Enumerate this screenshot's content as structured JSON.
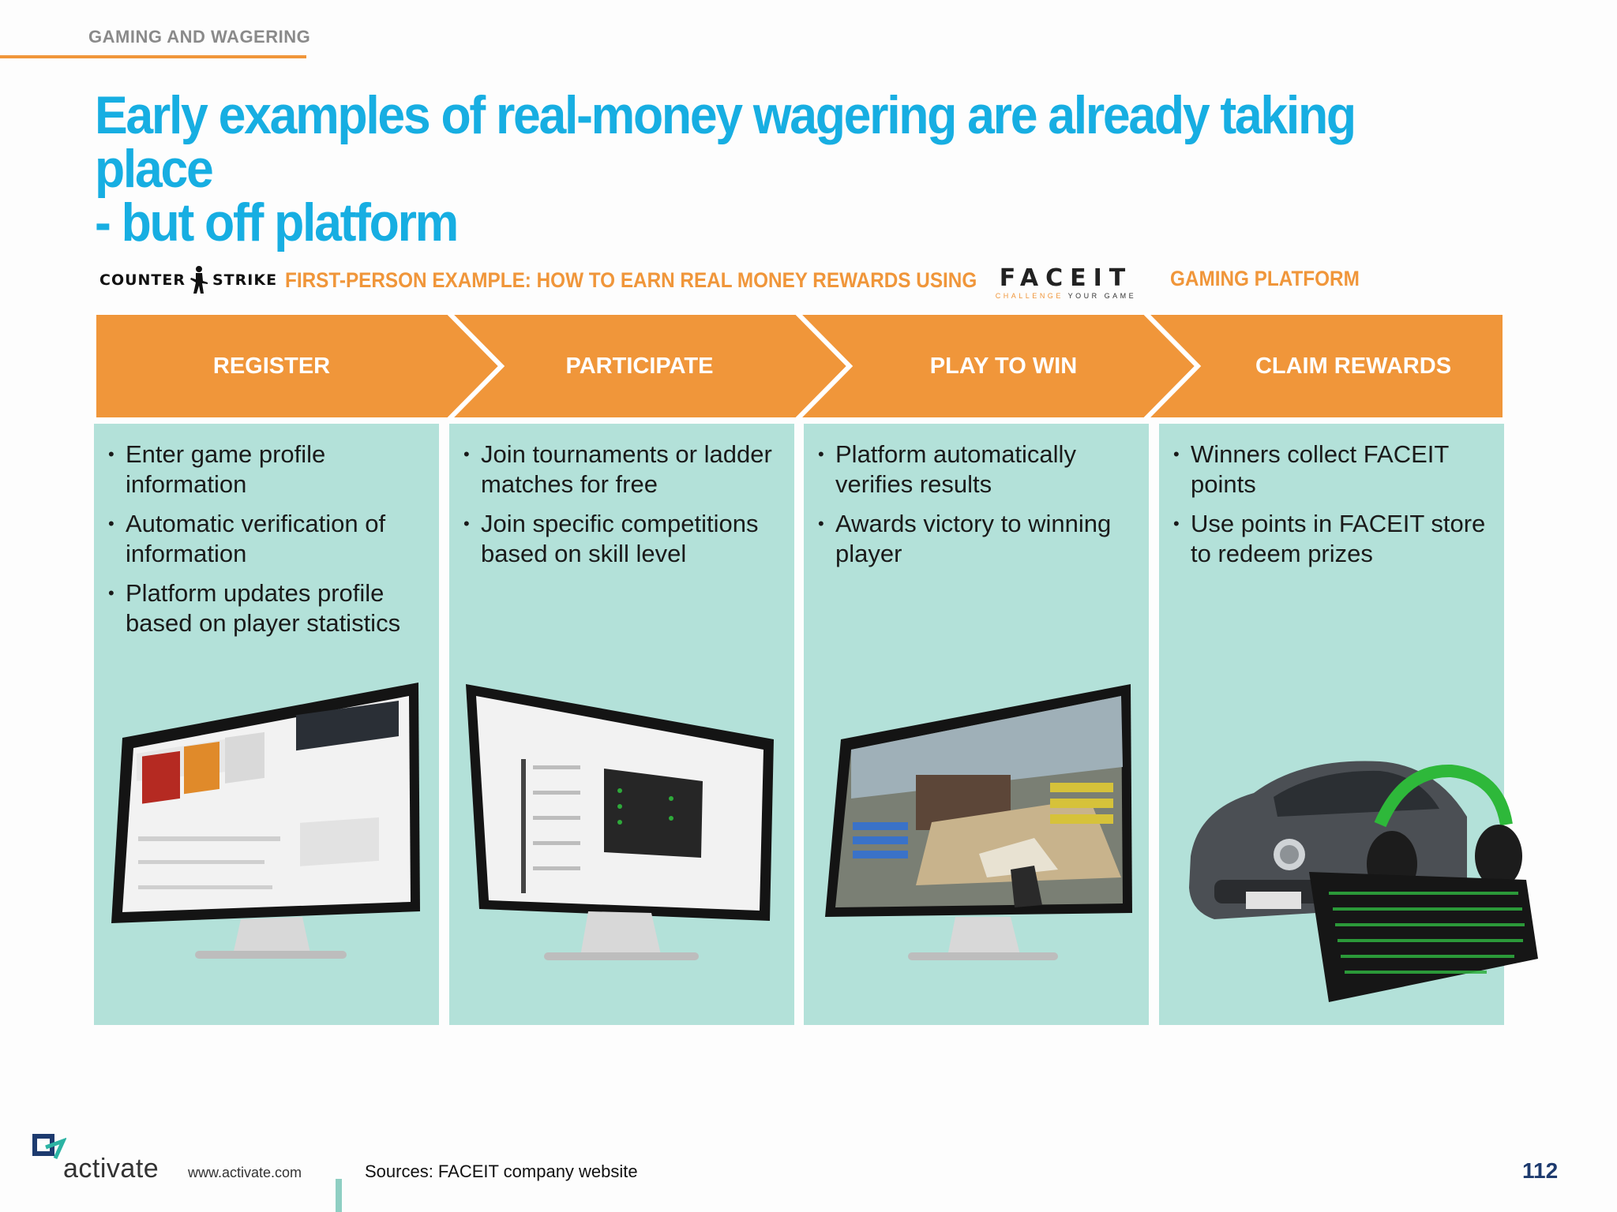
{
  "header": {
    "section": "GAMING AND WAGERING"
  },
  "title": {
    "line1": "Early examples of real-money wagering are already taking place",
    "line2": "- but off platform"
  },
  "subhead": {
    "cs_logo_left": "COUNTER",
    "cs_logo_right": "STRIKE",
    "text": "FIRST-PERSON EXAMPLE: HOW TO EARN REAL MONEY REWARDS USING",
    "faceit_word": "FACEIT",
    "faceit_tagline_a": "CHALLENGE",
    "faceit_tagline_b": "YOUR GAME",
    "text_right": "GAMING PLATFORM"
  },
  "steps": [
    {
      "label": "REGISTER",
      "bullets": [
        "Enter game profile information",
        "Automatic verification of information",
        "Platform updates profile based on player statistics"
      ]
    },
    {
      "label": "PARTICIPATE",
      "bullets": [
        "Join tournaments or ladder matches for free",
        "Join specific competitions based on skill level"
      ]
    },
    {
      "label": "PLAY TO WIN",
      "bullets": [
        "Platform automatically verifies results",
        "Awards victory to winning player"
      ]
    },
    {
      "label": "CLAIM REWARDS",
      "bullets": [
        "Winners collect FACEIT points",
        "Use points in FACEIT store to redeem prizes"
      ]
    }
  ],
  "colors": {
    "accent_orange": "#f0963a",
    "title_blue": "#17aee2",
    "panel_teal": "#b3e1d9",
    "page_num_navy": "#1d3a6e"
  },
  "footer": {
    "brand": "activate",
    "url": "www.activate.com",
    "source": "Sources: FACEIT company website",
    "page_number": "112"
  }
}
